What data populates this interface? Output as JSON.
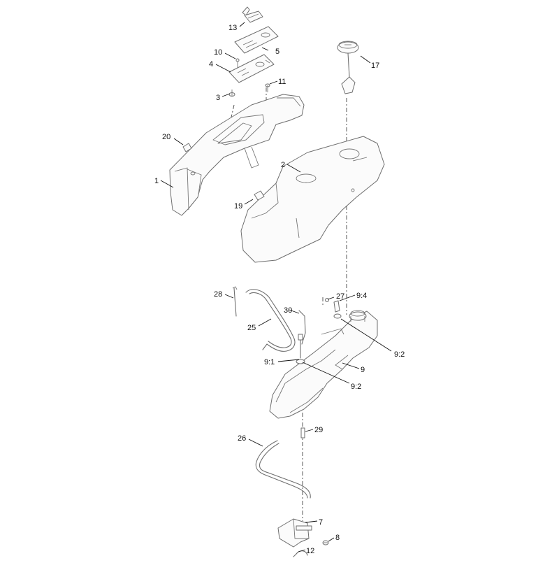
{
  "diagram": {
    "callouts": [
      "13",
      "5",
      "10",
      "4",
      "3",
      "11",
      "20",
      "1",
      "2",
      "19",
      "17",
      "28",
      "27",
      "9:4",
      "30",
      "25",
      "9:2",
      "9:1",
      "9",
      "9:2",
      "26",
      "29",
      "7",
      "8",
      "12"
    ]
  }
}
